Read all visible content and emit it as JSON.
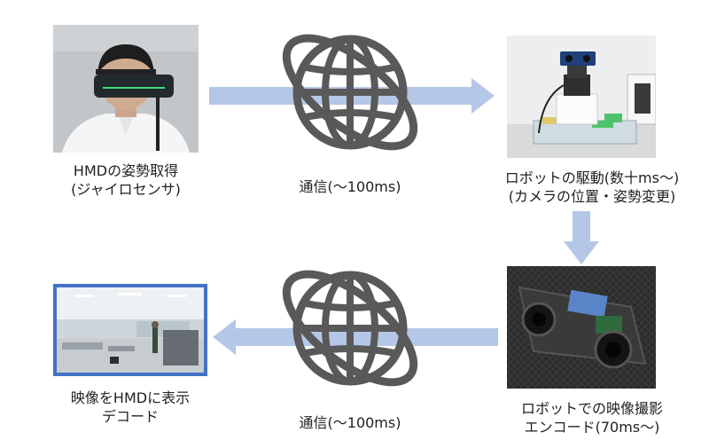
{
  "nodes": {
    "hmd_pose": {
      "line1": "HMDの姿勢取得",
      "line2": "(ジャイロセンサ)"
    },
    "robot_drive": {
      "line1": "ロボットの駆動(数十ms〜)",
      "line2": "(カメラの位置・姿勢変更)"
    },
    "robot_capture": {
      "line1": "ロボットでの映像撮影",
      "line2": "エンコード(70ms〜)"
    },
    "hmd_display": {
      "line1": "映像をHMDに表示",
      "line2": "デコード"
    }
  },
  "links": {
    "top": {
      "label": "通信(〜100ms)"
    },
    "bottom": {
      "label": "通信(〜100ms)"
    }
  },
  "colors": {
    "arrow": "#b4c7e7",
    "globe": "#595959",
    "display_frame": "#4472c4"
  }
}
